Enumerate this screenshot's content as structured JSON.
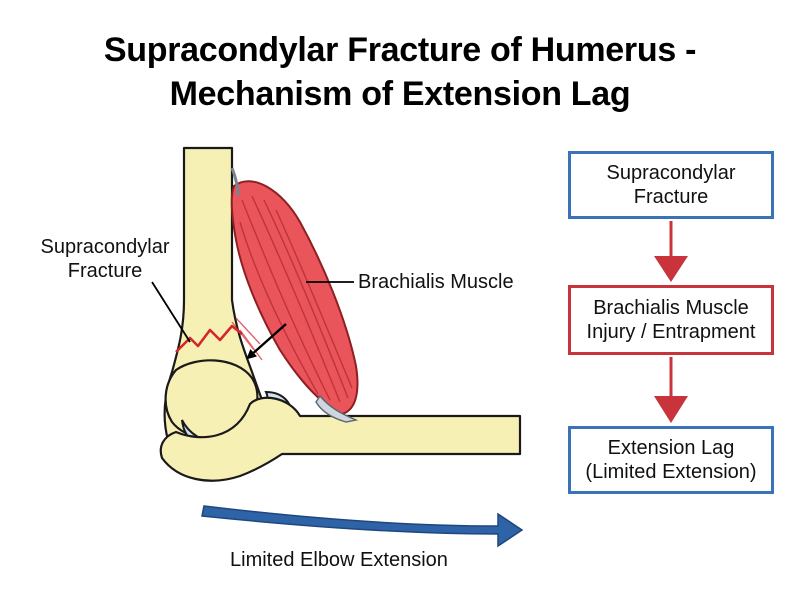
{
  "title": {
    "line1": "Supracondylar Fracture of Humerus -",
    "line2": "Mechanism of Extension Lag"
  },
  "labels": {
    "fracture_line1": "Supracondylar",
    "fracture_line2": "Fracture",
    "muscle": "Brachialis Muscle",
    "limited_extension": "Limited Elbow Extension"
  },
  "flowchart": {
    "steps": [
      {
        "line1": "Supracondylar",
        "line2": "Fracture",
        "border_color": "#3a73b7"
      },
      {
        "line1": "Brachialis Muscle",
        "line2": "Injury / Entrapment",
        "border_color": "#c9333b"
      },
      {
        "line1": "Extension Lag",
        "line2": "(Limited Extension)",
        "border_color": "#3a73b7"
      }
    ],
    "arrow_color": "#c9333b"
  },
  "colors": {
    "bone": "#f7f0b5",
    "cartilage": "#cfe3f4",
    "muscle": "#e9555a",
    "fracture": "#d4262b",
    "extension_arrow": "#2e63a8"
  }
}
